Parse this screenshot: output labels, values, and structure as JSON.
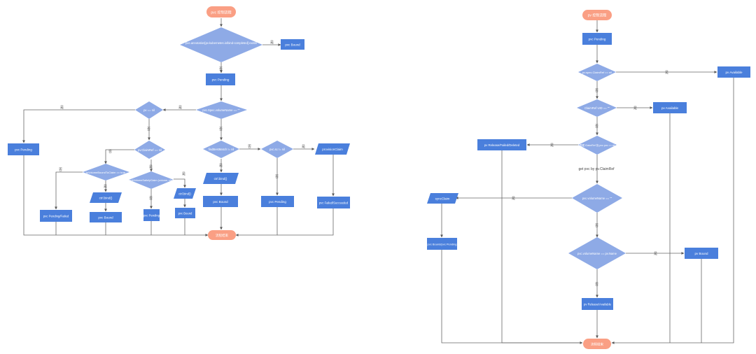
{
  "left_flow": {
    "start": "pvc 控制流程",
    "end": "流程结束",
    "bind_annotation_check": "pvc.annotation[pv.kubernetes.io/bind-completed] exists",
    "pvc_bound_top": "pvc Bound",
    "pvc_pending_1": "pvc Pending",
    "volume_name_check": "pvc.Spec.volumeName == \"\"",
    "pv_nil_check": "pv == nil",
    "pvc_pending_left": "pvc Pending",
    "claimref_nil_check": "pv.ClaimRef == nil",
    "volume_bound_check": "IsVolumeBoundToClaim == true",
    "pvc_pending_failed": "pvc Pending/Failed",
    "ctrl_bind_1": "ctrl.bind()",
    "pvc_bound_a": "pvc Bound",
    "check_volume_satisfy": "checkVolumeSatisfyClaim (volume, claim)",
    "pvc_pending_2": "pvc Pending",
    "ctrl_bind_2": "ctrl.bind()",
    "pvc_bound_b": "pvc Bound",
    "find_best_match": "findBestMatch != nil",
    "ctrl_bind_3": "ctrl.bind()",
    "pvc_bound_c": "pvc Bound",
    "pvc_sc_check": "pvc.sc != nil",
    "pvc_pending_3": "pvc Pending",
    "provision_claim": "provisionClaim",
    "pvc_failed_succeeded": "pvc Failed/Succeeded",
    "yes": "是",
    "no": "否"
  },
  "right_flow": {
    "start": "pv 控制流程",
    "end": "流程结束",
    "pv_pending": "pvc Pending",
    "claimref_nil_check": "pv.spec.ClaimRef == nil",
    "pv_available_1": "pv Available",
    "claimref_uid_check": "ClaimRef UID == \"\"",
    "pv_available_2": "pv Available",
    "claimref_find_pvc": "根据 ClaimRef 找 pvc pvc == nil",
    "pv_release_failed_deleted": "pv Release/Failed/Deleted",
    "get_pvc_label": "get pvc by pv.ClaimRef",
    "pvc_volume_name_empty": "pvc.volumeName == \"\"",
    "sync_claim": "syncClaim",
    "pvc_bound_pending": "pvc Bound/pvc Pending",
    "volume_name_eq": "pvc.volumeName == pv.Name",
    "pv_bound": "pv Bound",
    "pv_release_available": "pv Release/Available",
    "yes": "是",
    "no": "否"
  },
  "colors": {
    "process": "#4a7fdc",
    "decision": "#8eaae6",
    "terminal": "#fa9f84",
    "line": "#666666",
    "text_light": "#ffffff"
  }
}
